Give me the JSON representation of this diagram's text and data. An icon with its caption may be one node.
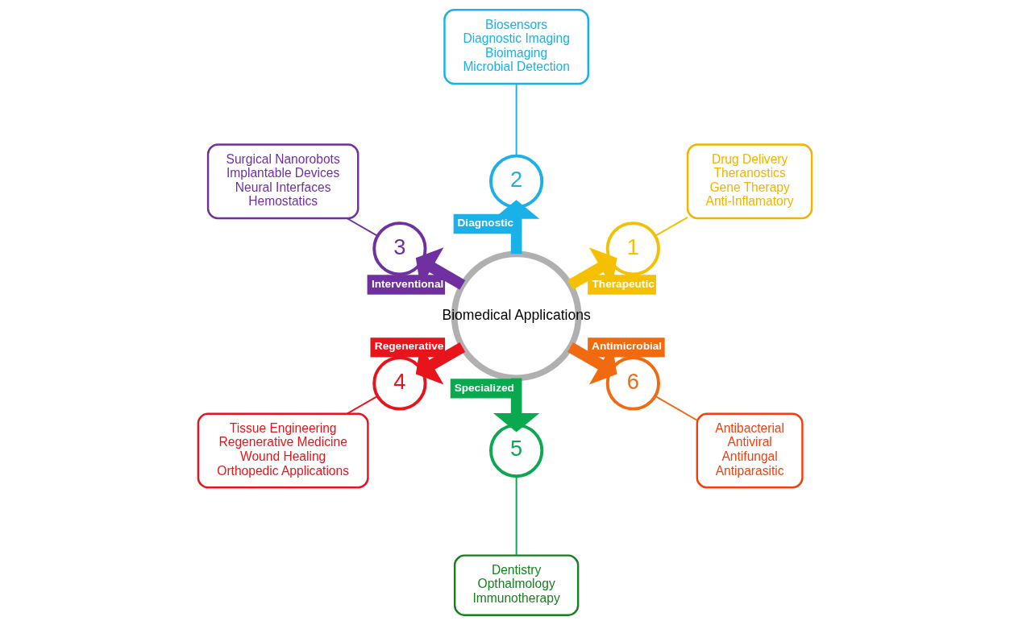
{
  "diagram": {
    "nodes": [
      {
        "text": [
          "Biomedical Applications"
        ]
      },
      {
        "text": [
          "1"
        ]
      },
      {
        "text": [
          "2"
        ]
      },
      {
        "text": [
          "3"
        ]
      },
      {
        "text": [
          "4"
        ]
      },
      {
        "text": [
          "5"
        ]
      },
      {
        "text": [
          "6"
        ]
      },
      {
        "text": [
          "Drug Delivery",
          "Theranostics",
          "Gene Therapy",
          "Anti-Inflamatory"
        ]
      },
      {
        "text": [
          "Biosensors",
          "Diagnostic Imaging",
          "Bioimaging",
          "Microbial Detection"
        ]
      },
      {
        "text": [
          "Surgical Nanorobots",
          "Implantable Devices",
          "Neural Interfaces",
          "Hemostatics"
        ]
      },
      {
        "text": [
          "Tissue Engineering",
          "Regenerative Medicine",
          "Wound Healing",
          "Orthopedic Applications"
        ]
      },
      {
        "text": [
          "Dentistry",
          "Opthalmology",
          "Immunotherapy"
        ]
      },
      {
        "text": [
          "Antibacterial",
          "Antiviral",
          "Antifungal",
          "Antiparasitic"
        ]
      }
    ],
    "edges": [
      {
        "from": 0,
        "to": 1,
        "arrow": "to",
        "label": "Therapeutic",
        "style": "thick",
        "color": "#f5c000"
      },
      {
        "from": 0,
        "to": 2,
        "arrow": "to",
        "label": "Diagnostic",
        "style": "thick",
        "color": "#1ab0e8"
      },
      {
        "from": 0,
        "to": 3,
        "arrow": "to",
        "label": "Interventional",
        "style": "thick",
        "color": "#7030a0"
      },
      {
        "from": 0,
        "to": 4,
        "arrow": "to",
        "label": "Regenerative",
        "style": "thick",
        "color": "#e8141b"
      },
      {
        "from": 0,
        "to": 5,
        "arrow": "to",
        "label": "Specialized",
        "style": "thick",
        "color": "#0aa84f"
      },
      {
        "from": 0,
        "to": 6,
        "arrow": "to",
        "label": "Antimicrobial",
        "style": "thick",
        "color": "#f26a0f"
      },
      {
        "from": 1,
        "to": 7,
        "arrow": "none",
        "color": "#f5c000"
      },
      {
        "from": 2,
        "to": 8,
        "arrow": "none",
        "color": "#1ab0e8"
      },
      {
        "from": 3,
        "to": 9,
        "arrow": "none",
        "color": "#7030a0"
      },
      {
        "from": 4,
        "to": 10,
        "arrow": "none",
        "color": "#e8141b"
      },
      {
        "from": 5,
        "to": 11,
        "arrow": "none",
        "color": "#0aa84f"
      },
      {
        "from": 6,
        "to": 12,
        "arrow": "none",
        "color": "#f26a0f"
      }
    ]
  }
}
